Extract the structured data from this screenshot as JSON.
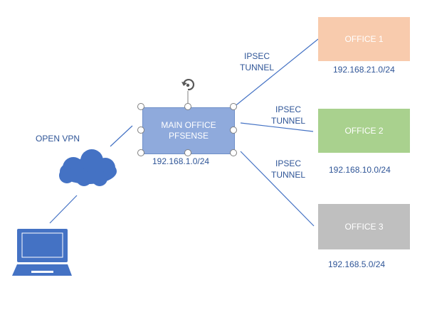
{
  "colors": {
    "link": "#4472c4",
    "label_text": "#2f5597",
    "main_office_fill": "#8faadc",
    "office1_fill": "#f8cbad",
    "office2_fill": "#a9d18e",
    "office3_fill": "#bfbfbf",
    "icon_blue": "#4472c4"
  },
  "main_office": {
    "line1": "MAIN OFFICE",
    "line2": "PFSENSE",
    "subnet": "192.168.1.0/24",
    "rotate_handle_icon": "rotate-handle-icon"
  },
  "offices": [
    {
      "name": "OFFICE 1",
      "subnet": "192.168.21.0/24"
    },
    {
      "name": "OFFICE 2",
      "subnet": "192.168.10.0/24"
    },
    {
      "name": "OFFICE 3",
      "subnet": "192.168.5.0/24"
    }
  ],
  "tunnels": [
    {
      "line1": "IPSEC",
      "line2": "TUNNEL"
    },
    {
      "line1": "IPSEC",
      "line2": "TUNNEL"
    },
    {
      "line1": "IPSEC",
      "line2": "TUNNEL"
    }
  ],
  "vpn": {
    "label": "OPEN VPN",
    "cloud_icon": "cloud-icon",
    "laptop_icon": "laptop-icon"
  }
}
